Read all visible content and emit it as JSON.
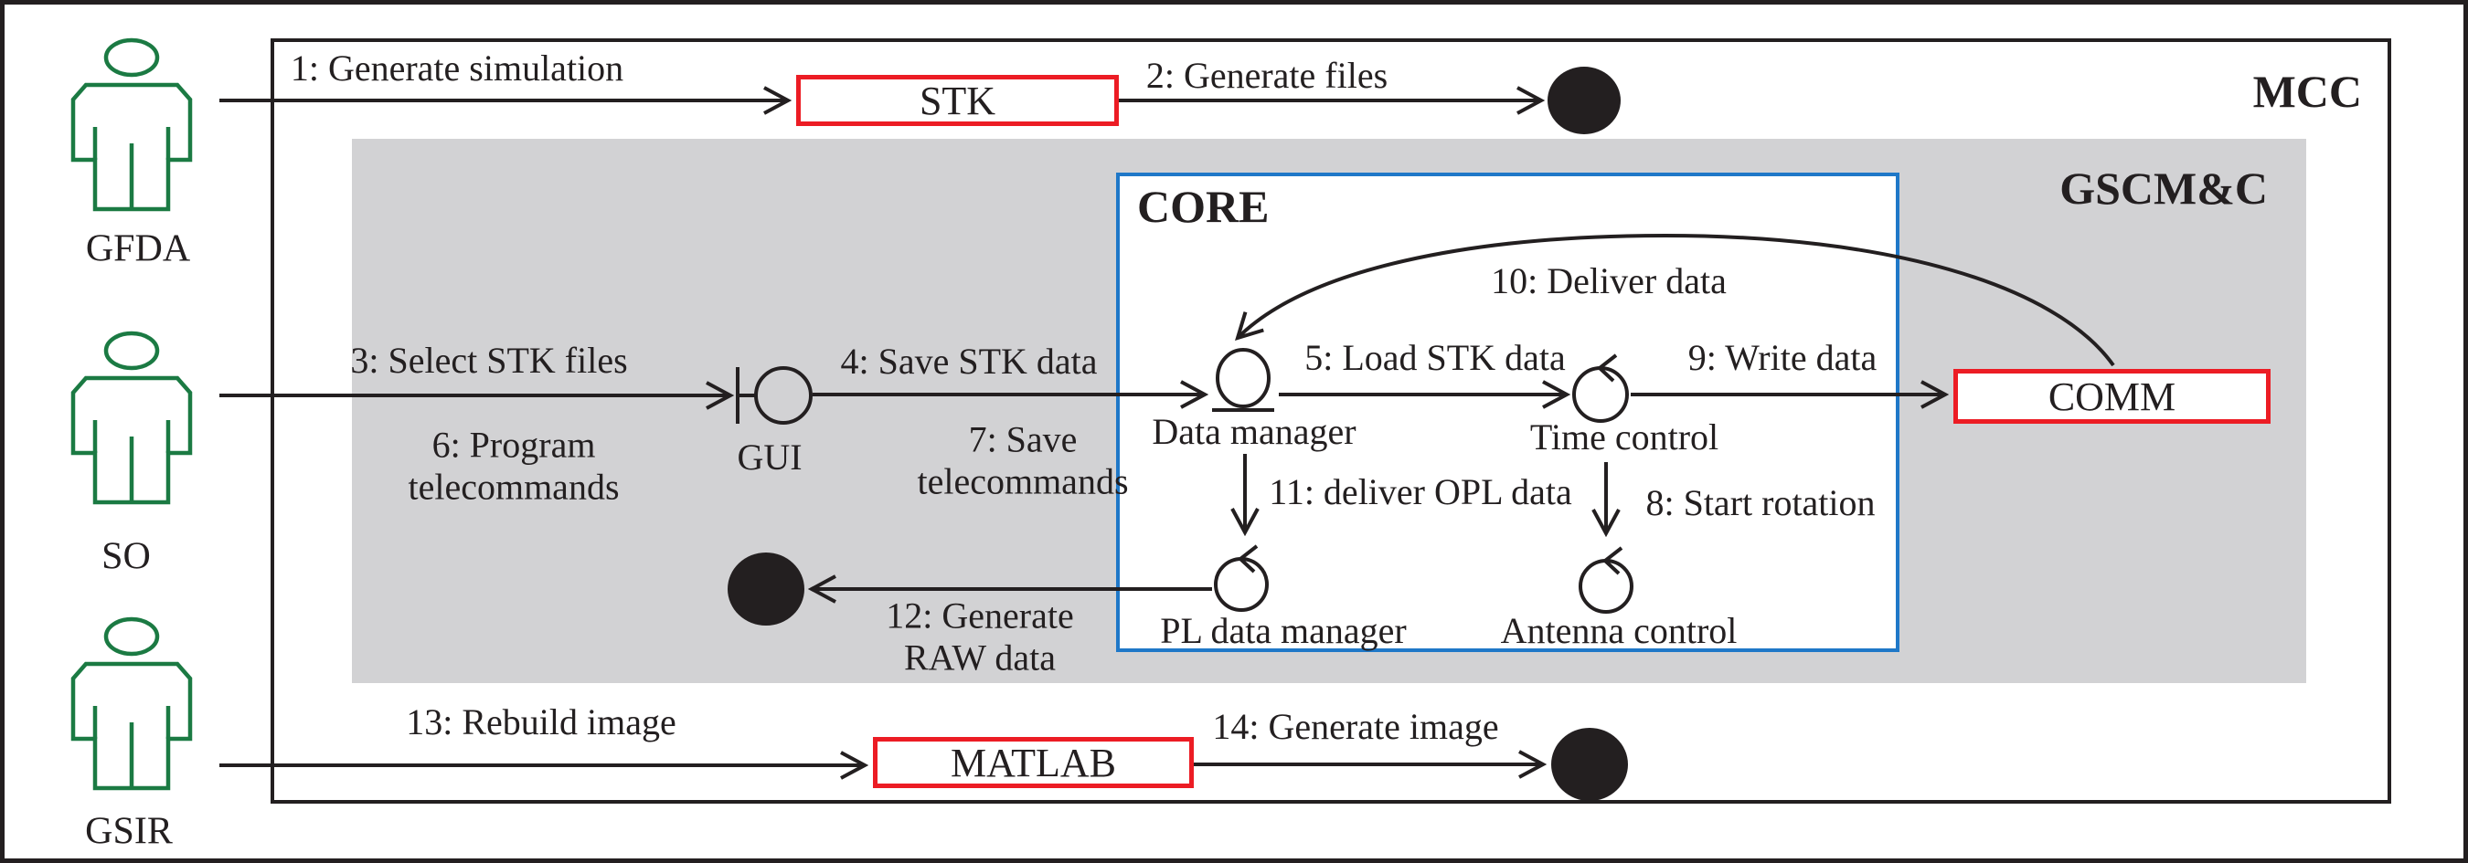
{
  "diagram": {
    "regions": {
      "outer": {
        "label": "MCC"
      },
      "ground_segment": {
        "label": "GSCM&C"
      },
      "core": {
        "label": "CORE"
      }
    },
    "actors": [
      {
        "label": "GFDA",
        "icon": "actor-icon"
      },
      {
        "label": "SO",
        "icon": "actor-icon"
      },
      {
        "label": "GSIR",
        "icon": "actor-icon"
      }
    ],
    "components": [
      {
        "label": "STK"
      },
      {
        "label": "COMM"
      },
      {
        "label": "MATLAB"
      }
    ],
    "objects": [
      {
        "label": "GUI",
        "icon": "boundary-icon"
      },
      {
        "label": "Data manager",
        "icon": "entity-icon"
      },
      {
        "label": "Time control",
        "icon": "control-icon"
      },
      {
        "label": "PL data manager",
        "icon": "control-icon"
      },
      {
        "label": "Antenna control",
        "icon": "control-icon"
      }
    ],
    "messages": [
      {
        "id": 1,
        "label": "1: Generate simulation"
      },
      {
        "id": 2,
        "label": "2: Generate files"
      },
      {
        "id": 3,
        "label": "3: Select STK files"
      },
      {
        "id": 4,
        "label": "4: Save STK data"
      },
      {
        "id": 5,
        "label": "5: Load STK data"
      },
      {
        "id": 6,
        "label": "6: Program telecommands"
      },
      {
        "id": 7,
        "label": "7: Save telecommands"
      },
      {
        "id": 8,
        "label": "8: Start rotation"
      },
      {
        "id": 9,
        "label": "9: Write data"
      },
      {
        "id": 10,
        "label": "10: Deliver data"
      },
      {
        "id": 11,
        "label": "11: deliver OPL data"
      },
      {
        "id": 12,
        "label": "12: Generate RAW data"
      },
      {
        "id": 13,
        "label": "13: Rebuild image"
      },
      {
        "id": 14,
        "label": "14: Generate image"
      }
    ],
    "colors": {
      "ink": "#231f20",
      "actor_green": "#1b7a43",
      "box_red": "#ec1c24",
      "core_blue": "#1f78c8",
      "panel_gray": "#d2d2d4",
      "paper": "#ffffff"
    }
  }
}
